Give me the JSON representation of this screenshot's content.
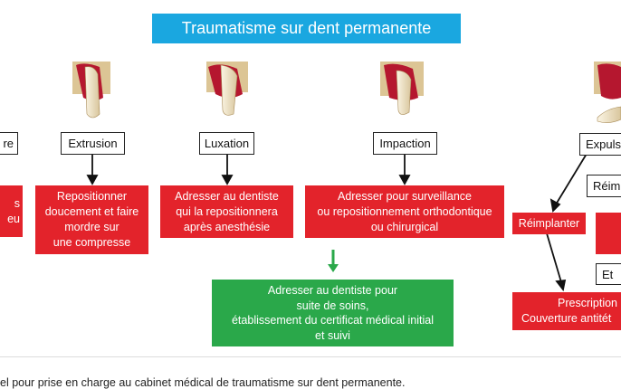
{
  "colors": {
    "title_bg": "#1aa7e0",
    "red": "#e3232b",
    "green": "#2aa84a",
    "gum": "#b5172f",
    "tooth": "#f3e7c8",
    "bone": "#d9c08a"
  },
  "title": "Traumatisme sur dent permanente",
  "labels": {
    "left_cut": "re",
    "extrusion": "Extrusion",
    "luxation": "Luxation",
    "impaction": "Impaction",
    "expulsion_cut": "Expulsi",
    "reimp_cut": "Réimp",
    "et_cut": "Et"
  },
  "boxes": {
    "left_cut": [
      "s",
      "eu"
    ],
    "extrusion": [
      "Repositionner",
      "doucement et faire",
      "mordre sur",
      "une compresse"
    ],
    "luxation": [
      "Adresser au dentiste",
      "qui la repositionnera",
      "après anesthésie"
    ],
    "impaction": [
      "Adresser pour surveillance",
      "ou repositionnement orthodontique",
      "ou chirurgical"
    ],
    "reimplanter": "Réimplanter",
    "prescription": [
      "Prescription",
      "Couverture antitét"
    ],
    "green": [
      "Adresser au dentiste pour",
      "suite de soins,",
      "établissement du certificat médical initial",
      "et suivi"
    ]
  },
  "icons": [
    "tooth-extrusion-icon",
    "tooth-luxation-icon",
    "tooth-impaction-icon",
    "tooth-expulsion-icon",
    "green-arrow-down-icon"
  ],
  "caption": "el pour prise en charge au cabinet médical de traumatisme sur dent permanente."
}
